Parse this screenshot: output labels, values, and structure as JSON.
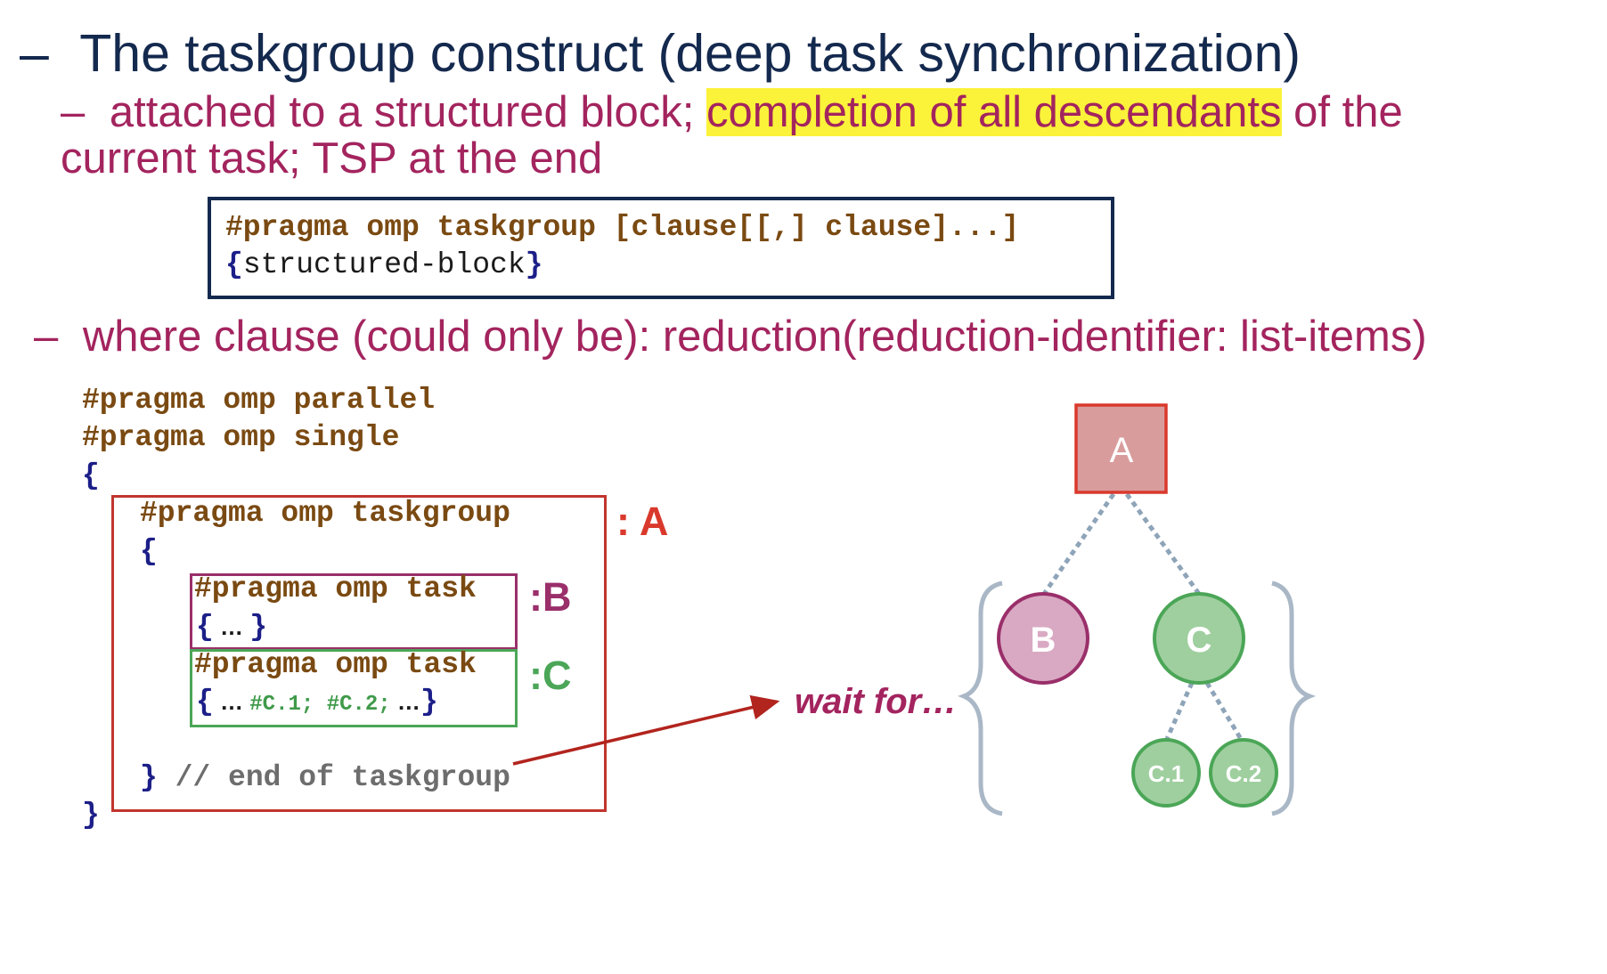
{
  "heading": {
    "bullet": "–",
    "text": "The taskgroup construct (deep task synchronization)"
  },
  "point1": {
    "bullet": "–",
    "before": "attached to a structured block; ",
    "highlight": "completion of all descendants",
    "after": " of the",
    "line2": "current task; TSP at the end"
  },
  "syntax": {
    "line1": "#pragma omp taskgroup [clause[[,] clause]...]",
    "line2_open": "{",
    "line2_body": "structured-block",
    "line2_close": "}"
  },
  "point2": {
    "bullet": "–",
    "text": "where clause (could only be): reduction(reduction-identifier: list-items)"
  },
  "code": {
    "l1": "#pragma omp parallel",
    "l2": "#pragma omp single",
    "l3": "{",
    "l4": "#pragma omp taskgroup",
    "l5": "{",
    "l6": "#pragma omp task",
    "l7_open": "{",
    "l7_mid": " … ",
    "l7_close": "}",
    "l8": "#pragma omp task",
    "l9_open": "{",
    "l9_a": " … ",
    "l9_b": "#C.1;",
    "l9_c": " ",
    "l9_d": "#C.2;",
    "l9_e": " …",
    "l9_close": "}",
    "l10_brace": "}",
    "l10_comment": " // end of taskgroup",
    "l11": "}"
  },
  "labels": {
    "a": ": A",
    "b": ":B",
    "c": ":C"
  },
  "wait_for": "wait for…",
  "tree": {
    "a": "A",
    "b": "B",
    "c": "C",
    "c1": "C.1",
    "c2": "C.2"
  },
  "colors": {
    "navy": "#14294e",
    "magenta": "#a3245e",
    "highlight": "#fbf23a",
    "code_brown": "#7a4a12",
    "red": "#c0352e",
    "green": "#4ba657",
    "purple": "#9a2f6a",
    "bracket_gray": "#a9b7c6"
  }
}
